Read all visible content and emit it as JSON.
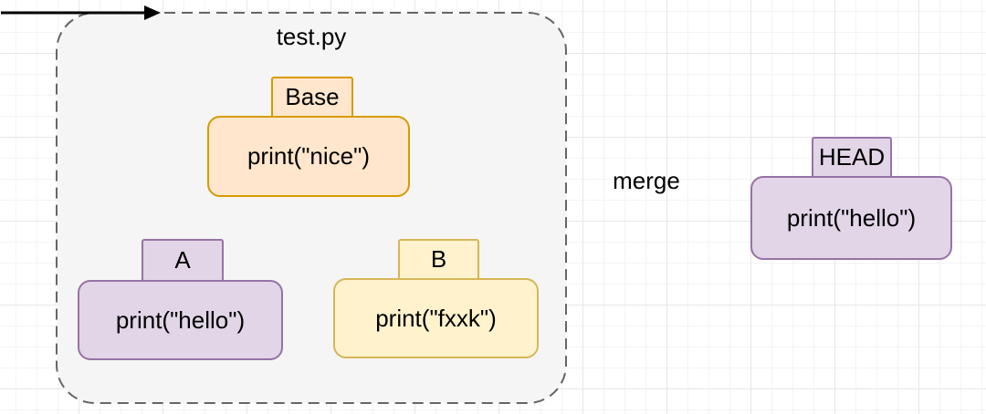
{
  "colors": {
    "text": "#000000",
    "canvas_background": "#ffffff"
  },
  "container": {
    "label": "test.py",
    "fill": "#f5f5f5",
    "stroke": "#666666"
  },
  "edge": {
    "label": "merge",
    "color": "#000000"
  },
  "nodes": {
    "base": {
      "tab": "Base",
      "code": "print(\"nice\")",
      "fill": "#ffe6cc",
      "stroke": "#d79b00"
    },
    "a": {
      "tab": "A",
      "code": "print(\"hello\")",
      "fill": "#e1d5e7",
      "stroke": "#9673a6"
    },
    "b": {
      "tab": "B",
      "code": "print(\"fxxk\")",
      "fill": "#fff2cc",
      "stroke": "#d6b656"
    },
    "head": {
      "tab": "HEAD",
      "code": "print(\"hello\")",
      "fill": "#e1d5e7",
      "stroke": "#9673a6"
    }
  }
}
